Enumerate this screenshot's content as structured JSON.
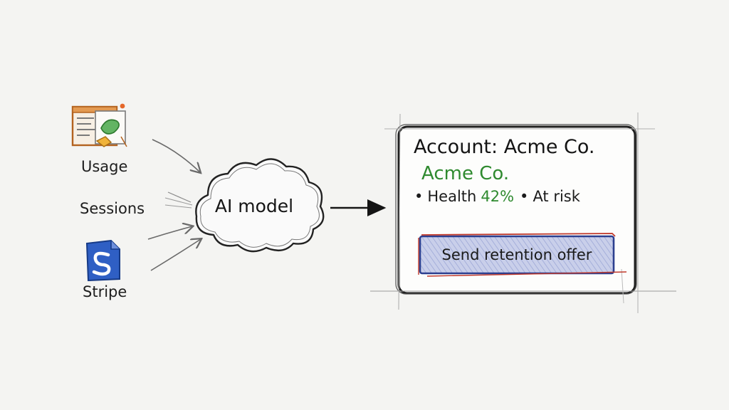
{
  "sources": {
    "usage": {
      "label": "Usage",
      "icon": "usage-dashboard-icon"
    },
    "sessions": {
      "label": "Sessions"
    },
    "stripe": {
      "label": "Stripe",
      "icon": "stripe-logo-icon"
    }
  },
  "model": {
    "label": "AI model",
    "icon": "cloud-icon"
  },
  "account_card": {
    "title": "Account: Acme Co.",
    "subtitle": "Acme Co.",
    "health_label": "Health",
    "health_value": "42%",
    "status": "At risk",
    "bullet": "•",
    "action_label": "Send retention offer"
  },
  "colors": {
    "accent_green": "#2f8a2f",
    "button_fill": "#c9cfea",
    "button_border_blue": "#2c3f8f",
    "button_border_red": "#c0392b",
    "stripe_blue": "#2f5fc4",
    "usage_orange": "#e07a25"
  }
}
